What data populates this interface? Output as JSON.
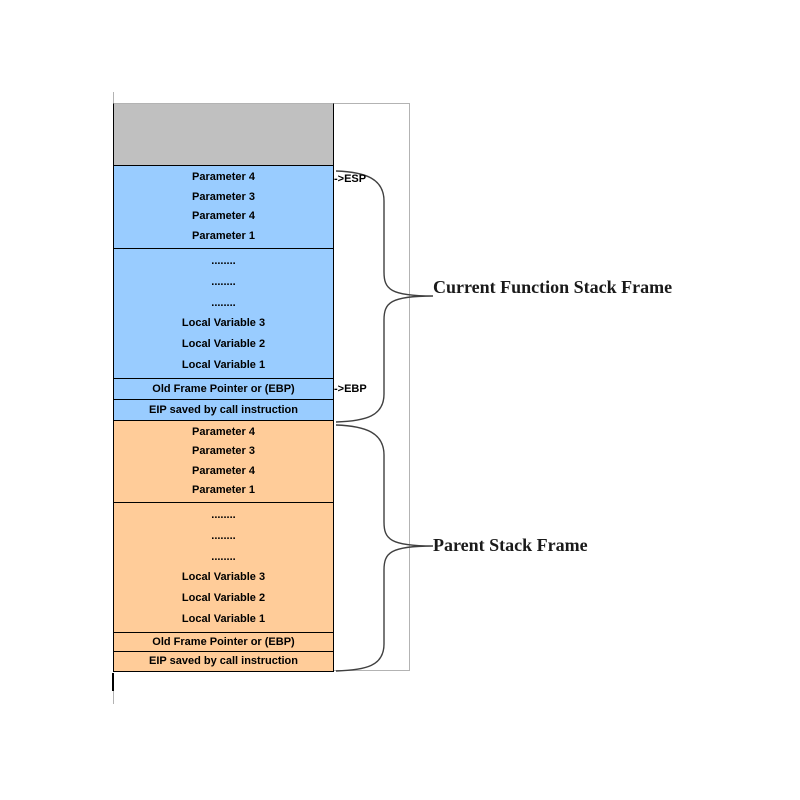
{
  "colors": {
    "current_frame_fill": "#99CCFF",
    "parent_frame_fill": "#FFCC99",
    "unallocated_fill": "#C0C0C0",
    "box_border": "#000000",
    "canvas_border": "#B3B3B3",
    "brace_stroke": "#404040",
    "heading_text": "#1A1A1A"
  },
  "stack": {
    "frames": [
      {
        "name": "current-function-frame",
        "param_rows": [
          "Parameter 4",
          "Parameter 3",
          "Parameter 4",
          "Parameter 1"
        ],
        "local_rows": [
          "........",
          "........",
          "........",
          "Local Variable 3",
          "Local Variable 2",
          "Local Variable 1"
        ],
        "ebp_row": "Old Frame Pointer or (EBP)",
        "eip_row": "EIP saved by call instruction"
      },
      {
        "name": "parent-frame",
        "param_rows": [
          "Parameter 4",
          "Parameter 3",
          "Parameter 4",
          "Parameter 1"
        ],
        "local_rows": [
          "........",
          "........",
          "........",
          "Local Variable 3",
          "Local Variable 2",
          "Local Variable 1"
        ],
        "ebp_row": "Old Frame Pointer or (EBP)",
        "eip_row": "EIP saved by call instruction"
      }
    ]
  },
  "annotations": {
    "esp_label": "->ESP",
    "ebp_label": "->EBP",
    "current_frame_label": "Current Function Stack Frame",
    "parent_frame_label": "Parent Stack Frame"
  }
}
